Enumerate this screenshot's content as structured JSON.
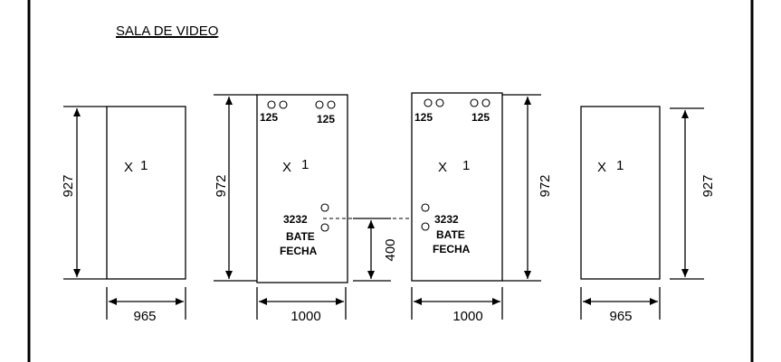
{
  "title": "SALA DE VIDEO",
  "panels": [
    {
      "quantity_label": "X",
      "quantity": "1",
      "width": "965",
      "height": "927"
    },
    {
      "quantity_label": "X",
      "quantity": "1",
      "width": "1000",
      "height": "972",
      "hole_label_left": "125",
      "hole_label_right": "125",
      "hardware": {
        "code": "3232",
        "line1": "BATE",
        "line2": "FECHA"
      }
    },
    {
      "quantity_label": "X",
      "quantity": "1",
      "width": "1000",
      "height": "972",
      "hole_label_left": "125",
      "hole_label_right": "125",
      "hardware": {
        "code": "3232",
        "line1": "BATE",
        "line2": "FECHA"
      }
    },
    {
      "quantity_label": "X",
      "quantity": "1",
      "width": "965",
      "height": "927"
    }
  ],
  "hardware_height": "400"
}
